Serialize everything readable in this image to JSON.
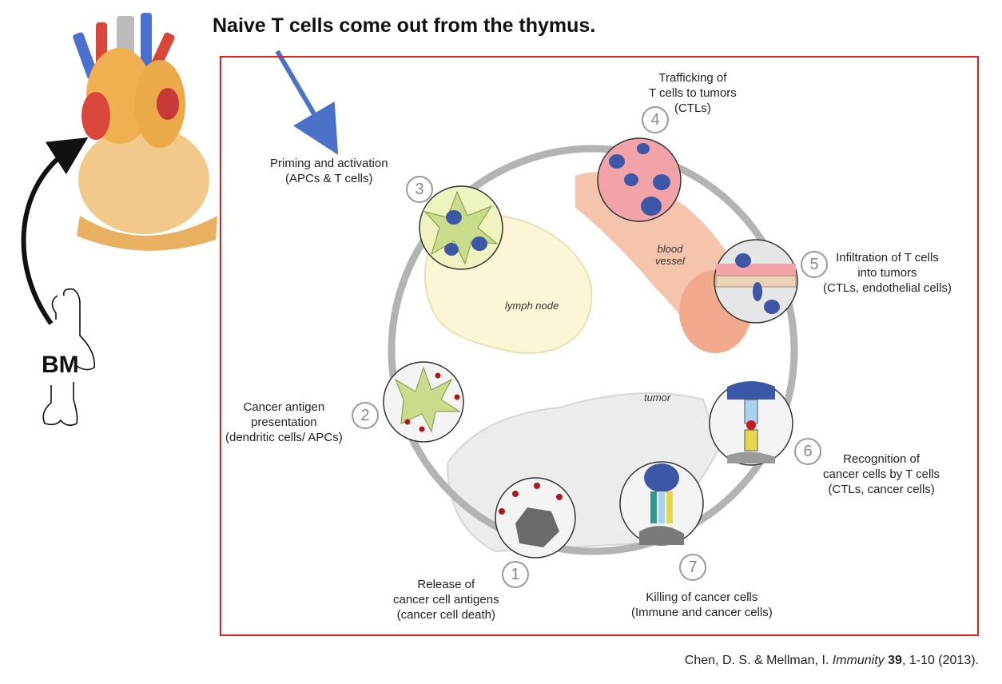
{
  "headline": "Naive T cells come out from the thymus.",
  "bone_marrow_label": "BM",
  "cycle": {
    "steps": [
      {
        "number": "1",
        "text": [
          "Release of",
          "cancer cell antigens",
          "(cancer cell death)"
        ]
      },
      {
        "number": "2",
        "text": [
          "Cancer antigen",
          "presentation",
          "(dendritic cells/ APCs)"
        ]
      },
      {
        "number": "3",
        "text": [
          "Priming and activation",
          "(APCs & T cells)"
        ]
      },
      {
        "number": "4",
        "text": [
          "Trafficking of",
          "T cells to tumors",
          "(CTLs)"
        ]
      },
      {
        "number": "5",
        "text": [
          "Infiltration of T cells",
          "into tumors",
          "(CTLs, endothelial cells)"
        ]
      },
      {
        "number": "6",
        "text": [
          "Recognition of",
          "cancer cells by T cells",
          "(CTLs, cancer cells)"
        ]
      },
      {
        "number": "7",
        "text": [
          "Killing of cancer cells",
          "(Immune and cancer cells)"
        ]
      }
    ],
    "tissue_labels": {
      "lymph_node": "lymph node",
      "blood_vessel": [
        "blood",
        "vessel"
      ],
      "tumor": "tumor"
    }
  },
  "citation": {
    "authors": "Chen, D. S. & Mellman, I. ",
    "journal": "Immunity",
    "volume": "39",
    "pages_year": ", 1-10 (2013)."
  },
  "colors": {
    "frame": "#e02020",
    "pointer_arrow": "#4a72c8",
    "cycle_arrow": "#a8a8a8",
    "thymus": "#f0b050",
    "t_cell": "#3b57a6",
    "dendritic_cell": "#c8dc8a",
    "blood_vessel": "#f4b29a"
  }
}
